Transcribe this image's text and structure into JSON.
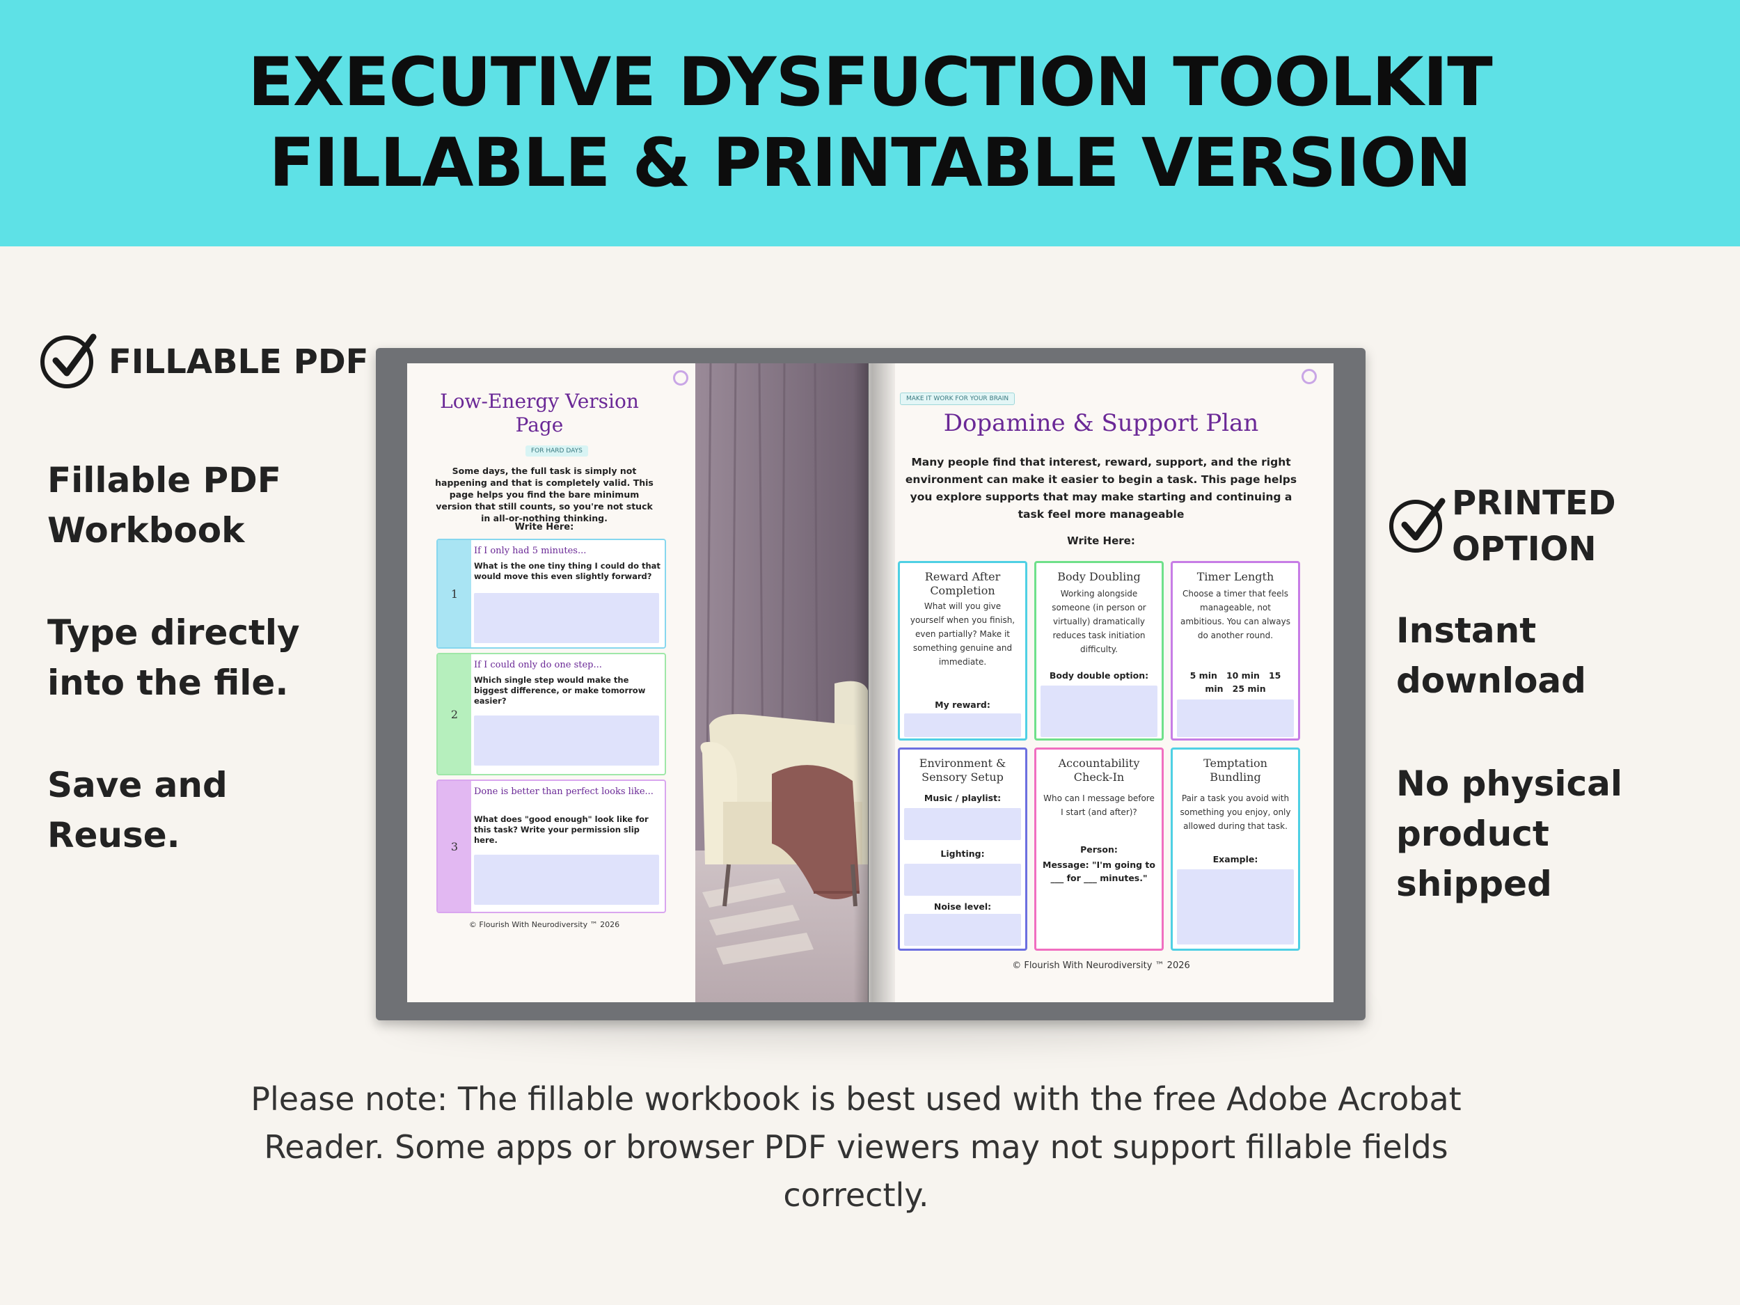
{
  "banner": {
    "line1": "EXECUTIVE DYSFUCTION TOOLKIT",
    "line2": "FILLABLE & PRINTABLE VERSION",
    "bg_color": "#5ee1e6"
  },
  "left_column": {
    "heading": "FILLABLE PDF",
    "icon": "check-circle-icon",
    "items": [
      "Fillable PDF Workbook",
      "Type directly into the file.",
      "Save and Reuse."
    ]
  },
  "right_column": {
    "heading": "PRINTED OPTION",
    "icon": "check-circle-icon",
    "items": [
      "Instant download",
      "No physical product shipped"
    ]
  },
  "book": {
    "left_page": {
      "title": "Low-Energy Version Page",
      "tag": "FOR HARD DAYS",
      "intro": "Some days, the full task is simply not happening and that is completely valid. This page helps you find the bare minimum version that still counts, so you're not stuck in all-or-nothing thinking.",
      "write_here": "Write Here:",
      "prompts": [
        {
          "num": "1",
          "lead": "If I only had 5 minutes...",
          "question": "What is the one tiny thing I could do that would move this even slightly forward?",
          "color": "#86d7ee"
        },
        {
          "num": "2",
          "lead": "If I could only do one step...",
          "question": "Which single step would make the biggest difference, or make tomorrow easier?",
          "color": "#9fe7a8"
        },
        {
          "num": "3",
          "lead": "Done is better than perfect looks like...",
          "question": "What does \"good enough\" look like for this task? Write your permission slip here.",
          "color": "#d9a6ef"
        }
      ],
      "footer": "© Flourish With Neurodiversity ™ 2026"
    },
    "right_page": {
      "tag": "MAKE IT WORK FOR YOUR BRAIN",
      "title": "Dopamine & Support Plan",
      "intro": "Many people find that interest, reward, support, and the right environment can make it easier to begin a task. This page helps you explore supports that may make starting and continuing a task feel more manageable",
      "write_here": "Write Here:",
      "cards": [
        {
          "title": "Reward After Completion",
          "body": "What will you give yourself when you finish, even partially? Make it something genuine and immediate.",
          "label": "My reward:",
          "color": "#4fd0e4"
        },
        {
          "title": "Body Doubling",
          "body": "Working alongside someone (in person or virtually) dramatically reduces task initiation difficulty.",
          "label": "Body double option:",
          "color": "#6fe08a"
        },
        {
          "title": "Timer Length",
          "body": "Choose a timer that feels manageable, not ambitious. You can always do another round.",
          "label": "5 min   10 min   15 min   25 min",
          "color": "#c77de6"
        },
        {
          "title": "Environment & Sensory Setup",
          "labels": [
            "Music / playlist:",
            "Lighting:",
            "Noise level:"
          ],
          "color": "#6c6fe0"
        },
        {
          "title": "Accountability Check-In",
          "body": "Who can I message before I start (and after)?",
          "label": "Person:",
          "label2": "Message: \"I'm going to ___ for ___ minutes.\"",
          "color": "#f06fc0"
        },
        {
          "title": "Temptation Bundling",
          "body": "Pair a task you avoid with something you enjoy, only allowed during that task.",
          "label": "Example:",
          "color": "#4fd0e4"
        }
      ],
      "footer": "© Flourish With Neurodiversity ™ 2026"
    }
  },
  "note": "Please note: The fillable workbook is best used with the free Adobe Acrobat Reader. Some apps or browser PDF viewers may not support fillable fields correctly."
}
